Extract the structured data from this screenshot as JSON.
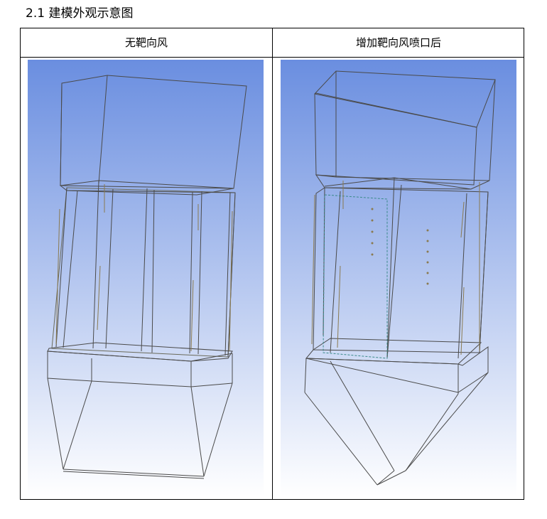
{
  "section_heading": "2.1 建模外观示意图",
  "table": {
    "col_left_header": "无靶向风",
    "col_right_header": "增加靶向风喷口后"
  },
  "figures": {
    "left": {
      "icon": "wireframe-model-no-target-wind"
    },
    "right": {
      "icon": "wireframe-model-with-target-wind-nozzles"
    },
    "colors": {
      "viewport_top": "#6a8ee0",
      "viewport_bottom": "#ffffff",
      "wire": "#4a4a4a"
    }
  }
}
